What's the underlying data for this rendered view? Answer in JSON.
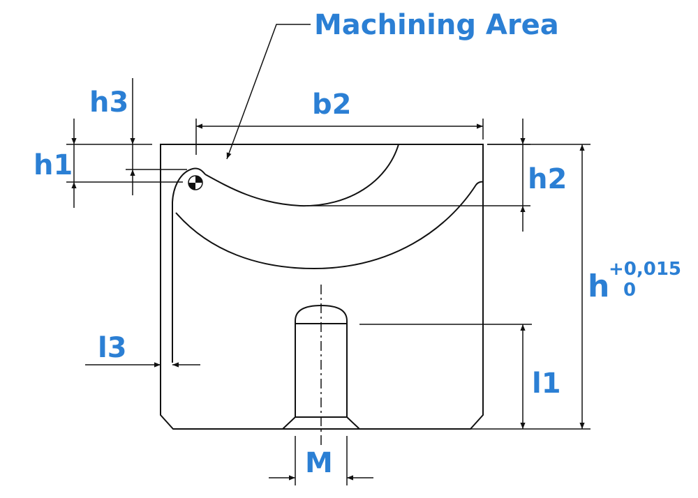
{
  "callout": {
    "machining_area": "Machining Area"
  },
  "dimensions": {
    "b2": "b2",
    "h1": "h1",
    "h2": "h2",
    "h3": "h3",
    "h": "h",
    "h_tol_upper": "+0,015",
    "h_tol_lower": "0",
    "l1": "l1",
    "l3": "l3",
    "M": "M"
  },
  "colors": {
    "label": "#2b7fd4",
    "line": "#111111"
  }
}
